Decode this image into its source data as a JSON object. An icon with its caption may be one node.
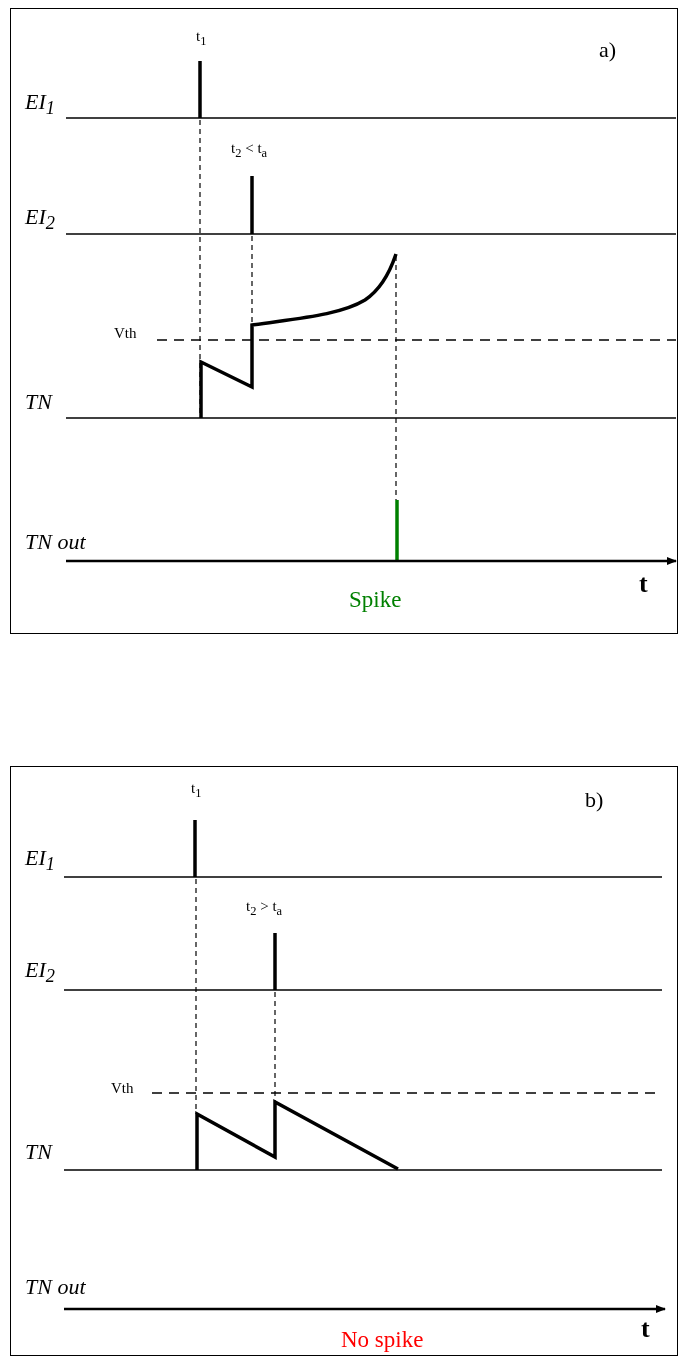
{
  "diagram": {
    "nodes": [
      {
        "text": [
          "a)"
        ]
      },
      {
        "text": [
          "b)"
        ]
      }
    ],
    "labels": [
      "t$_{1}$",
      "EI$_{1}$",
      "t$_{2}$ < t$_{a}$",
      "EI$_{2}$",
      "Vth",
      "TN",
      "TN out",
      "Spike",
      "t",
      "t$_{1}$",
      "EI$_{1}$",
      "t$_{2}$ > t$_{a}$",
      "EI$_{2}$",
      "Vth",
      "TN",
      "TN out",
      "No spike",
      "t"
    ]
  }
}
